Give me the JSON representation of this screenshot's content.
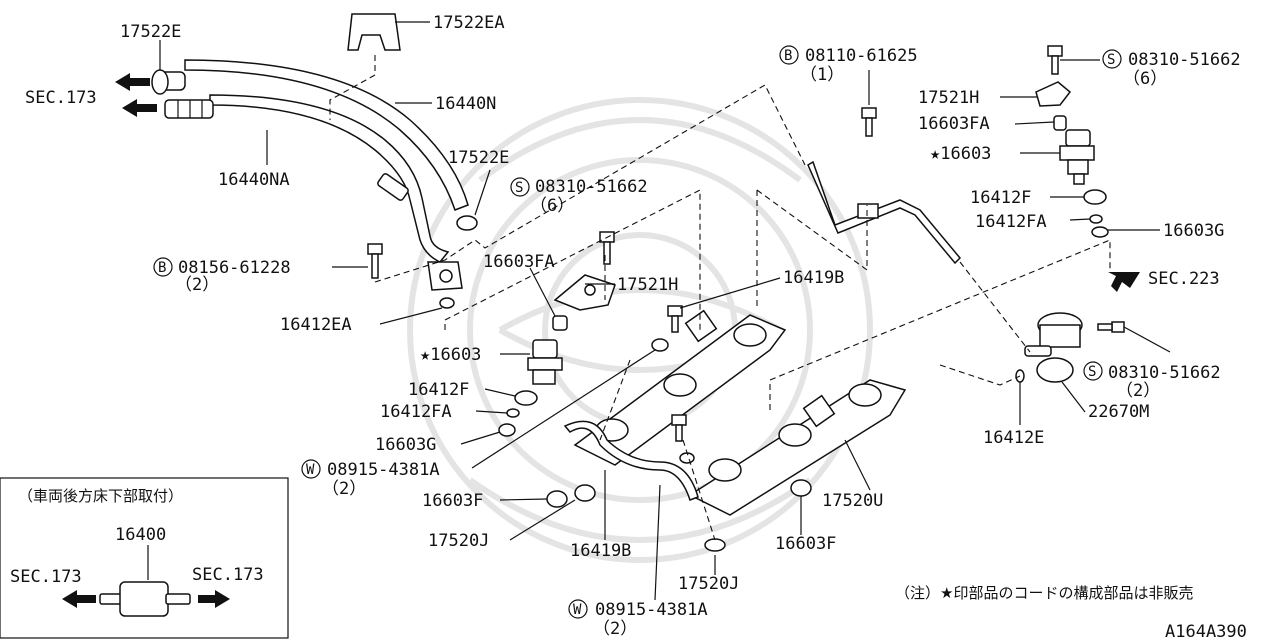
{
  "diagram_code": "A164A390",
  "footnote": "（注）★印部品のコードの構成部品は非販売",
  "inset": {
    "title": "（車両後方床下部取付）",
    "part": "16400",
    "left_sec": "SEC.173",
    "right_sec": "SEC.173"
  },
  "labels": {
    "l17522E_top": "17522E",
    "l17522EA": "17522EA",
    "lsec173": "SEC.173",
    "l16440N": "16440N",
    "l16440NA": "16440NA",
    "l17522E_mid": "17522E",
    "b08156_code": "08156-61228",
    "b08156_qty": "（2）",
    "l16412EA": "16412EA",
    "s08310_mid_code": "08310-51662",
    "s08310_mid_qty": "（6）",
    "l16603FA_mid": "16603FA",
    "l17521H_mid": "17521H",
    "l16419B_top": "16419B",
    "star16603_mid": "★16603",
    "l16412F_mid": "16412F",
    "l16412FA_mid": "16412FA",
    "l16603G_mid": "16603G",
    "w08915_mid_code": "08915-4381A",
    "w08915_mid_qty": "（2）",
    "l16603F_left": "16603F",
    "l17520J_left": "17520J",
    "l16419B_bot": "16419B",
    "l17520J_bot": "17520J",
    "w08915_bot_code": "08915-4381A",
    "w08915_bot_qty": "（2）",
    "l16603F_right": "16603F",
    "l17520U": "17520U",
    "b08110_code": "08110-61625",
    "b08110_qty": "（1）",
    "s08310_top_code": "08310-51662",
    "s08310_top_qty": "（6）",
    "l17521H_right": "17521H",
    "l16603FA_right": "16603FA",
    "star16603_right": "★16603",
    "l16412F_right": "16412F",
    "l16412FA_right": "16412FA",
    "l16603G_right": "16603G",
    "lsec223": "SEC.223",
    "s08310_reg_code": "08310-51662",
    "s08310_reg_qty": "（2）",
    "l22670M": "22670M",
    "l16412E": "16412E"
  },
  "markers": {
    "bolt": "B",
    "screw": "S",
    "washer": "W"
  }
}
